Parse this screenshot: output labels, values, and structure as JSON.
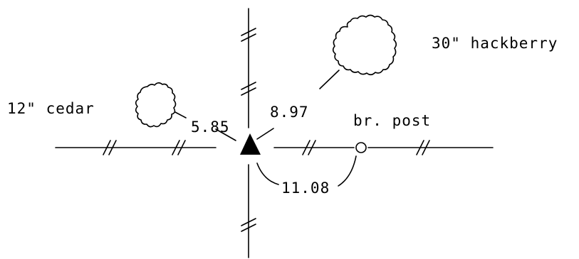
{
  "diagram": {
    "labels": {
      "hackberry": "30\" hackberry",
      "cedar": "12\" cedar",
      "post": "br. post",
      "dist_cedar": "5.85",
      "dist_hackberry": "8.97",
      "dist_post": "11.08"
    }
  }
}
